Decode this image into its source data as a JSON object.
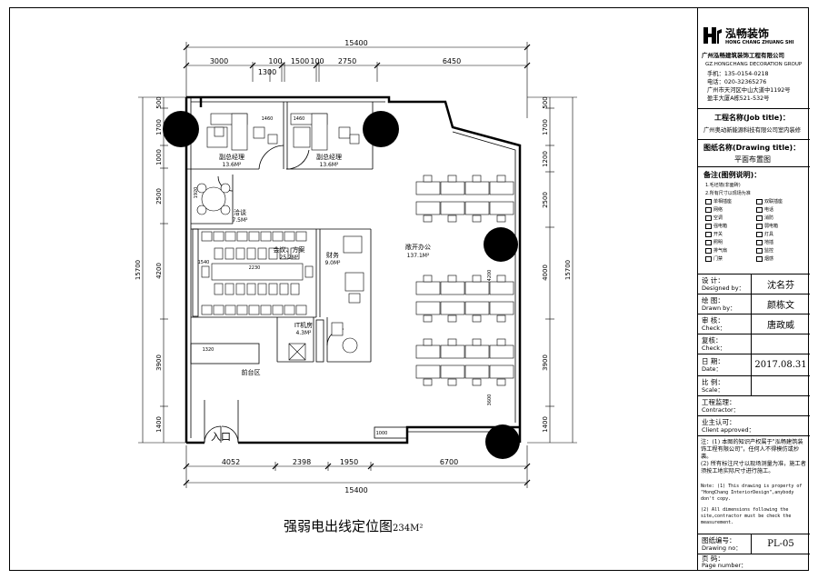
{
  "dimensions": {
    "top_total": "15400",
    "top_segments": [
      "3000",
      "1300",
      "100",
      "1500",
      "100",
      "2750",
      "6450"
    ],
    "bottom_total": "15400",
    "bottom_segments": [
      "4052",
      "2398",
      "1950",
      "6700"
    ],
    "left_total": "15700",
    "left_segments": [
      "500",
      "1700",
      "1000",
      "2500",
      "4200",
      "3900",
      "1400"
    ],
    "right_total": "15700",
    "right_segments": [
      "500",
      "1700",
      "1200",
      "2500",
      "4000",
      "3900",
      "1400"
    ],
    "door": "1920",
    "desk_a": "1460",
    "desk_b": "1460",
    "table_len": "2230",
    "wall_a": "1540",
    "counter": "1320",
    "front_w": "1000",
    "cab_a": "4200",
    "cab_b": "3600"
  },
  "rooms": {
    "vgm1": {
      "name": "副总经理",
      "area": "13.6M²"
    },
    "vgm2": {
      "name": "副总经理",
      "area": "13.6M²"
    },
    "negotiation": {
      "name": "洽谈",
      "area": "7.5M²"
    },
    "meeting": {
      "name": "会议、方案",
      "area": "25.2M²"
    },
    "finance": {
      "name": "财务",
      "area": "9.0M²"
    },
    "open_office": {
      "name": "敞开办公",
      "area": "137.1M²"
    },
    "it_room": {
      "name": "IT机房",
      "area": "4.3M²"
    },
    "reception": {
      "name": "前台区"
    },
    "entrance": {
      "name": "入口"
    }
  },
  "caption": {
    "title": "强弱电出线定位图",
    "area": "234M²"
  },
  "title_block": {
    "company_brand": "泓畅装饰",
    "brand_en": "HONG CHANG ZHUANG SHI",
    "company_cn": "广州泓畅建筑装饰工程有限公司",
    "company_en": "GZ.HONGCHANG DECORATION GROUP",
    "mobile": "手机：135-0154-0218",
    "tel": "电话：020-32365276",
    "address": "广州市天河区中山大道中1192号",
    "address2": "盈丰大厦A栋521-532号",
    "project_label": "工程名称(Job title)：",
    "project": "广州奥动新能源科技有限公司室内装修",
    "drawing_label": "图纸名称(Drawing title)：",
    "drawing": "平面布置图",
    "notes_label": "备注(图例说明)：",
    "legend_items": [
      "1.毛坯墙(非面砖)",
      "2.所有尺寸以现场为准",
      "单相插座",
      "双联插座",
      "网络",
      "电话",
      "空调",
      "消防",
      "强电箱",
      "弱电箱",
      "开关",
      "灯具",
      "照明",
      "地插",
      "排气扇",
      "监控",
      "门禁",
      "烟感"
    ],
    "design_label": "设 计：",
    "designed_by_label": "Designed by：",
    "designer": "沈名芬",
    "drawn_label": "绘 图：",
    "drawn_by_label": "Drawn by：",
    "drafter": "颜栋文",
    "check_label": "审 核：",
    "check_en": "Check：",
    "checker": "唐政威",
    "recheck_label": "复核：",
    "recheck_en": "Check：",
    "date_label": "日 期：",
    "date_en": "Date：",
    "date": "2017.08.31",
    "scale_label": "比 例：",
    "scale_en": "Scale：",
    "contractor_label": "工程监理：",
    "contractor_en": "Contractor：",
    "client_label": "业主认可：",
    "client_en": "Client approved：",
    "note_cn1": "注：(1) 本图的知识产权属于\"泓畅建筑装饰工程有限公司\"，任何人不得模仿或抄袭。",
    "note_cn2": "(2) 所有标注尺寸以现场测量为准，施工者须按工地实际尺寸进行施工。",
    "note_en1": "Note: (1) This drawing is property of \"HongChang InteriorDesign\",anybody don't copy.",
    "note_en2": "(2) All dimensions following the site,contractor must be check the measurement.",
    "drawing_no_label": "图纸编号：",
    "drawing_no_en": "Drawing no：",
    "drawing_no": "PL-05",
    "page_label": "页 码：",
    "page_en": "Page number："
  }
}
